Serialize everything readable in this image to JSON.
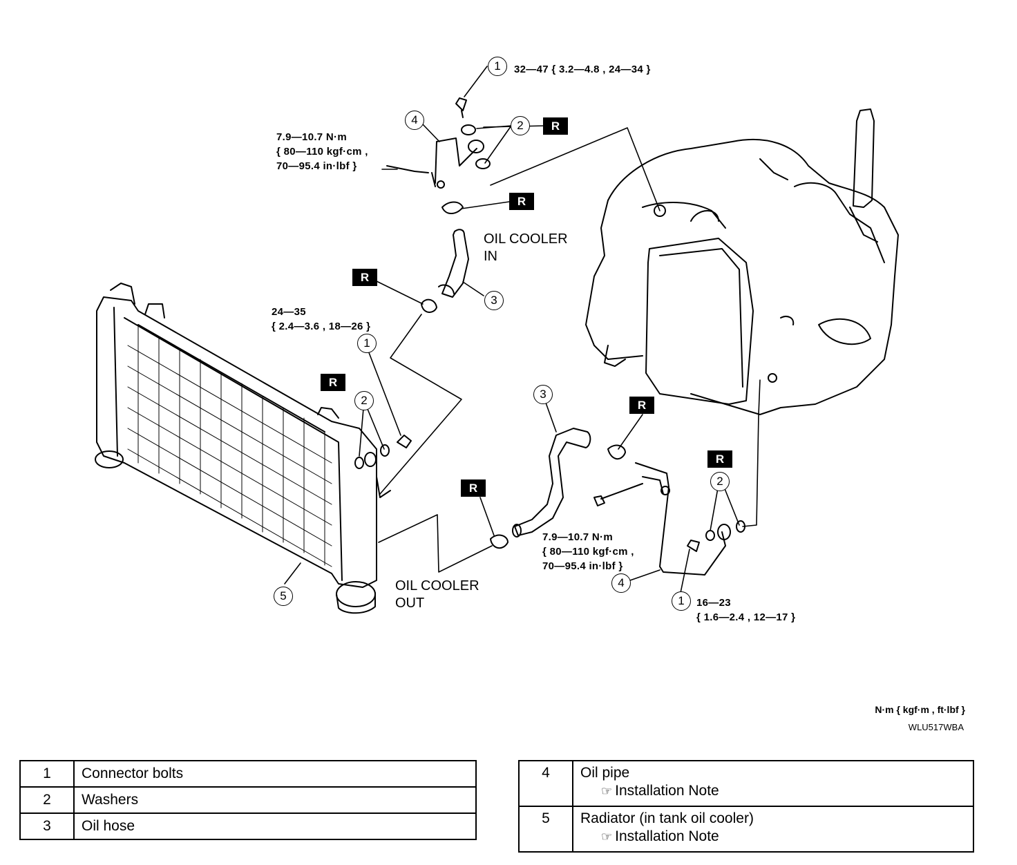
{
  "labels": {
    "torque_top_bolt": "32—47 { 3.2—4.8 , 24—34 }",
    "torque_upper_left": "7.9—10.7 N·m\n{ 80—110 kgf·cm ,\n70—95.4 in·lbf }",
    "torque_left_mid": "24—35\n{ 2.4—3.6 , 18—26 }",
    "torque_lower_mid": "7.9—10.7 N·m\n{ 80—110 kgf·cm ,\n70—95.4 in·lbf }",
    "torque_bottom_right": "16—23\n{ 1.6—2.4 , 12—17 }",
    "oil_cooler_in": "OIL COOLER\nIN",
    "oil_cooler_out": "OIL COOLER\nOUT",
    "units": "N·m { kgf·m , ft·lbf }",
    "figure_code": "WLU517WBA"
  },
  "callouts": [
    "1",
    "2",
    "3",
    "4",
    "5"
  ],
  "replace_mark": "R",
  "parts_left": [
    {
      "num": "1",
      "name": "Connector bolts"
    },
    {
      "num": "2",
      "name": "Washers"
    },
    {
      "num": "3",
      "name": "Oil hose"
    }
  ],
  "parts_right": [
    {
      "num": "4",
      "name": "Oil pipe",
      "note": "Installation Note"
    },
    {
      "num": "5",
      "name": "Radiator (in tank oil cooler)",
      "note": "Installation Note"
    }
  ],
  "note_icon": "☞"
}
